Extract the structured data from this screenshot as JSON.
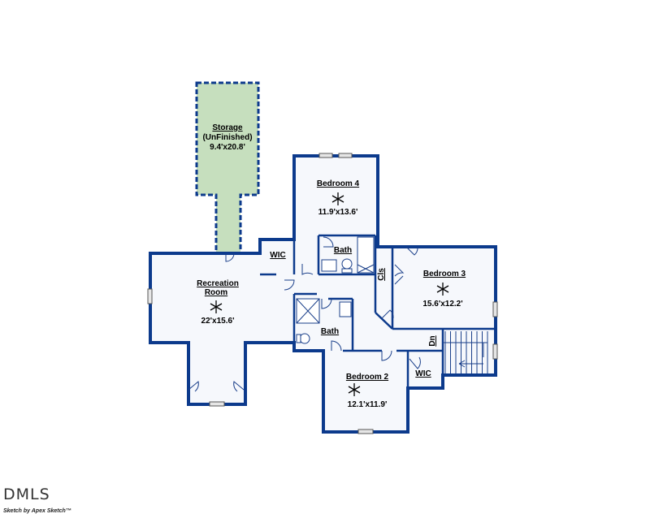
{
  "rooms": {
    "storage": {
      "name": "Storage",
      "note": "(UnFinished)",
      "size": "9.4'x20.8'"
    },
    "bedroom4": {
      "name": "Bedroom 4",
      "size": "11.9'x13.6'"
    },
    "wic_top": {
      "name": "WIC"
    },
    "bath_top": {
      "name": "Bath"
    },
    "recreation": {
      "name_line1": "Recreation",
      "name_line2": "Room",
      "size": "22'x15.6'"
    },
    "bedroom3": {
      "name": "Bedroom 3",
      "size": "15.6'x12.2'"
    },
    "closet": {
      "name": "Cls"
    },
    "bath_mid": {
      "name": "Bath"
    },
    "stairs": {
      "name": "Dn"
    },
    "bedroom2": {
      "name": "Bedroom 2",
      "size": "12.1'x11.9'"
    },
    "wic_low": {
      "name": "WIC"
    }
  },
  "branding": {
    "logo": "DMLS",
    "credit": "Sketch by Apex Sketch™"
  },
  "colors": {
    "wall": "#0c3a8c",
    "storage_fill": "#c6dfbe",
    "floor": "#f6f8fc"
  }
}
